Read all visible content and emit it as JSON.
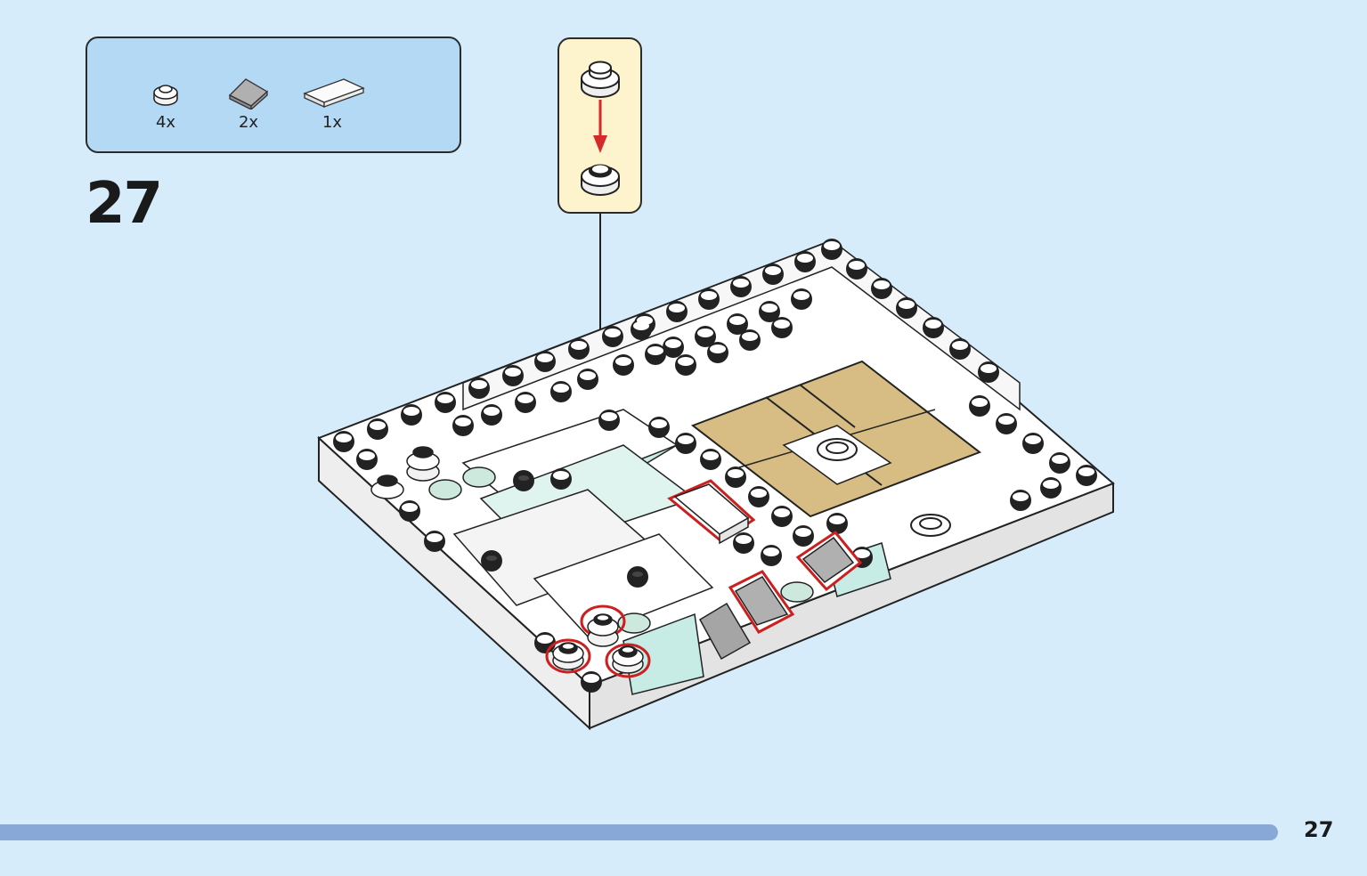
{
  "parts_list": {
    "items": [
      {
        "icon": "round-plate-1x1-icon",
        "quantity": "4x",
        "color": "#f2f2f2"
      },
      {
        "icon": "slope-tile-grey-icon",
        "quantity": "2x",
        "color": "#a9a9a9"
      },
      {
        "icon": "tile-1x2-white-icon",
        "quantity": "1x",
        "color": "#f4f4f4"
      }
    ]
  },
  "step": {
    "number": "27"
  },
  "callout": {
    "icon": "round-plate-stack-icon",
    "arrow_color": "#d42a2a"
  },
  "footer": {
    "page_number": "27",
    "progress": 0.935,
    "bar_color": "#88a8d8"
  },
  "colors": {
    "background": "#d6ecfa",
    "highlight": "#cc1f1f",
    "tan": "#d7bd83",
    "trans_clear": "#c7ece6"
  }
}
